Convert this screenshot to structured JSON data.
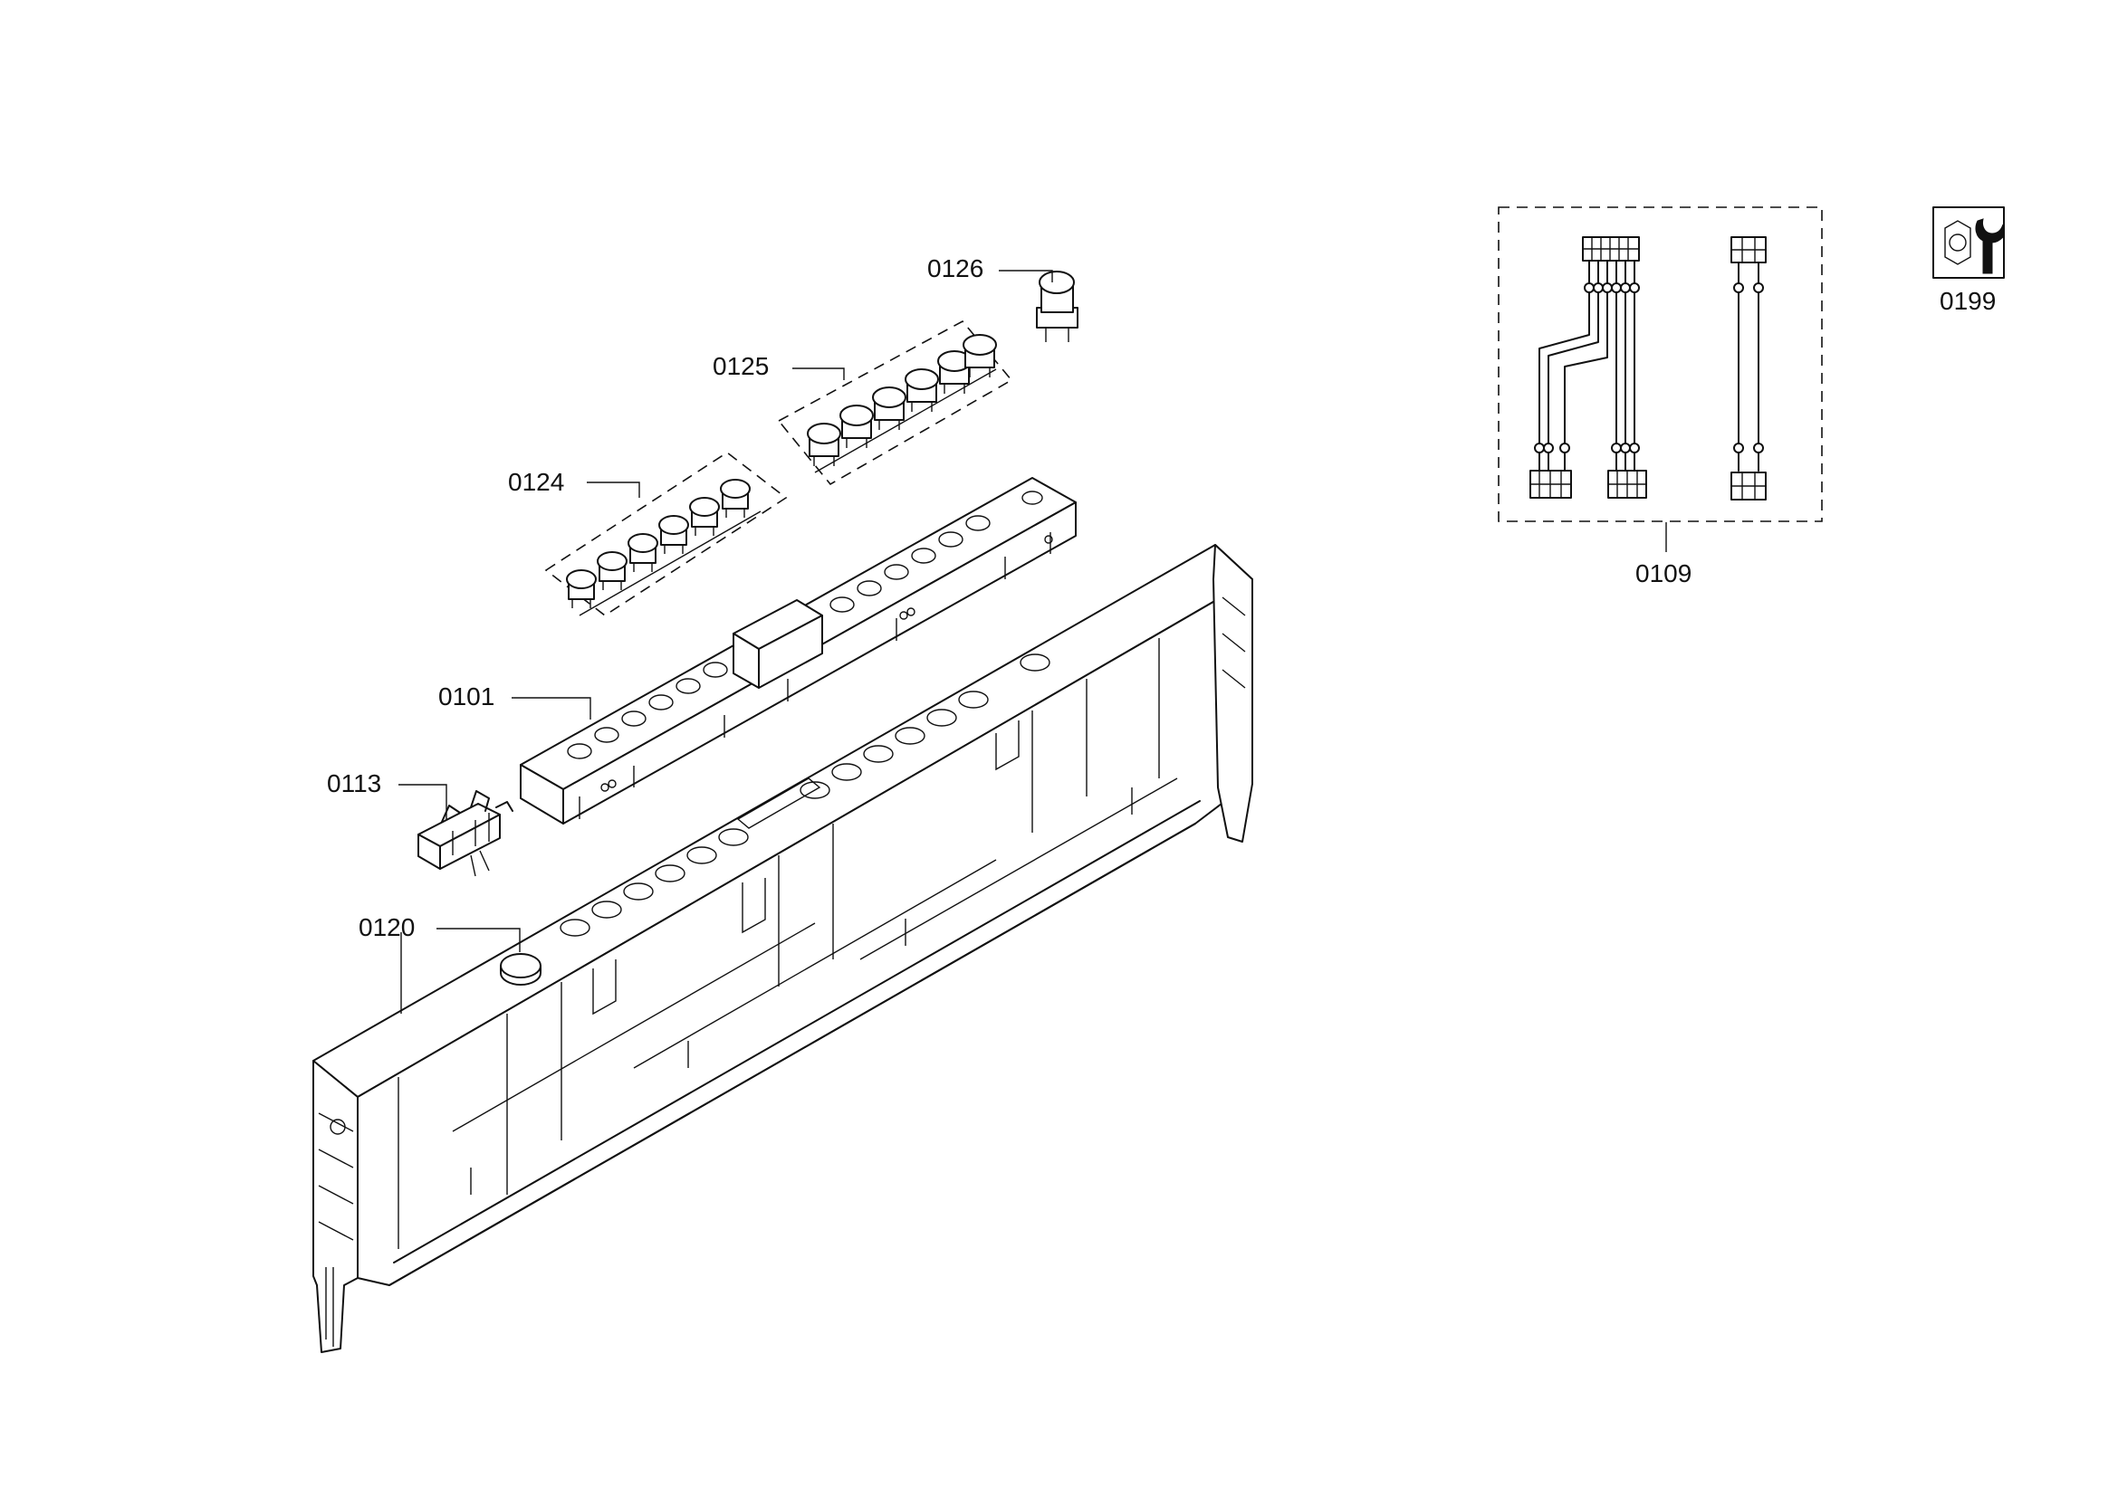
{
  "parts": {
    "p0101": "0101",
    "p0109": "0109",
    "p0113": "0113",
    "p0120": "0120",
    "p0124": "0124",
    "p0125": "0125",
    "p0126": "0126",
    "p0199": "0199"
  },
  "icons": {
    "service_kit": "wrench-nut-icon"
  }
}
